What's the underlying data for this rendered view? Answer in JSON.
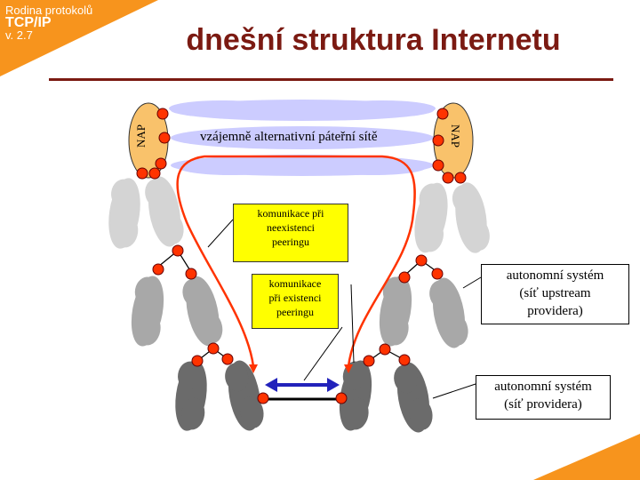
{
  "header": {
    "series": "Rodina protokolů",
    "brand": "TCP/IP",
    "version": "v. 2.7",
    "title": "dnešní struktura Internetu"
  },
  "diagram": {
    "backbone_label": "vzájemně alternativní páteřní sítě",
    "nap_left": "NAP",
    "nap_right": "NAP",
    "note_no_peering": [
      "komunikace při",
      "neexistenci",
      "peeringu"
    ],
    "note_peering": [
      "komunikace",
      "při existenci",
      "peeringu"
    ],
    "label_upstream": [
      "autonomní systém",
      "(síť upstream",
      "providera)"
    ],
    "label_provider": [
      "autonomní systém",
      "(síť providera)"
    ]
  },
  "colors": {
    "accent_orange": "#f7941d",
    "title_brown": "#7b1a12",
    "node_red": "#ff3300",
    "route_line": "#ff3300",
    "peering_arrow": "#2222bb",
    "backbone_lavender": "#ccccff",
    "nap_fill": "#f9c26b"
  }
}
